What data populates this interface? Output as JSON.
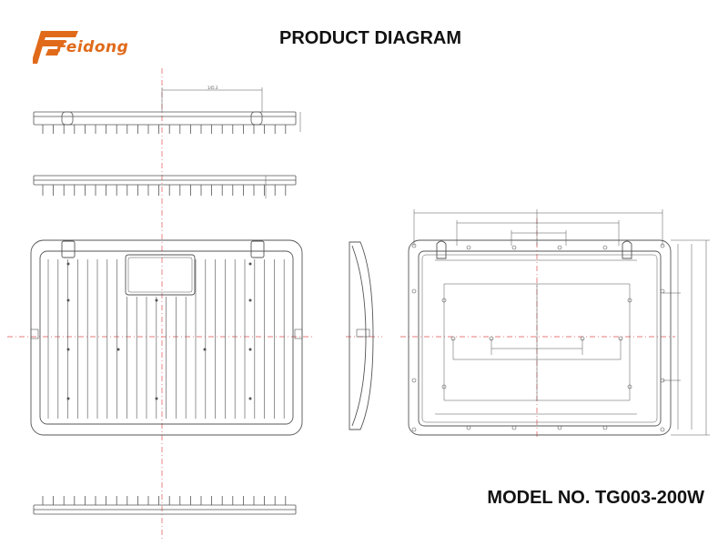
{
  "header": {
    "brand": "Feidong",
    "title": "PRODUCT DIAGRAM"
  },
  "footer": {
    "model": "MODEL NO. TG003-200W"
  },
  "colors": {
    "brand_orange": "#e06a1a",
    "centerline_red": "#e05050",
    "line_gray": "#555555"
  },
  "icons": {
    "logo": "feidong-logo-f"
  }
}
